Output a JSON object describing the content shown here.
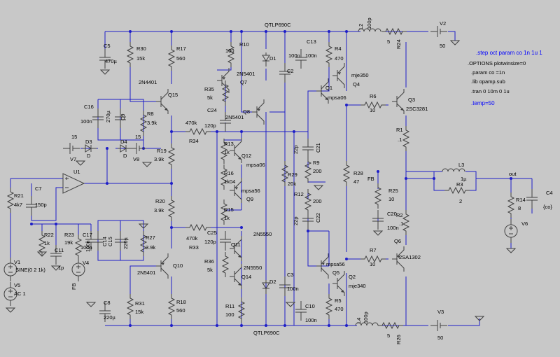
{
  "directives": [
    ".step oct param co 1n 1u 1",
    ".OPTIONS plotwinsize=0",
    ".param co =1n",
    ".lib opamp.sub",
    ".tran 0 10m 0 1u",
    ".temp=50"
  ],
  "transistors": [
    {
      "name": "Q15",
      "model": "2N4401"
    },
    {
      "name": "Q7",
      "model": "2N5401"
    },
    {
      "name": "Q8",
      "model": "2N5401"
    },
    {
      "name": "Q12",
      "model": "mpsa06"
    },
    {
      "name": "Q9",
      "model": "mpsa56"
    },
    {
      "name": "Q1",
      "model": "mpsa06"
    },
    {
      "name": "Q4",
      "model": "mje350"
    },
    {
      "name": "Q3",
      "model": "2SC3281"
    },
    {
      "name": "Q11",
      "model": "2N5550"
    },
    {
      "name": "Q14",
      "model": "2N5550"
    },
    {
      "name": "Q10",
      "model": "2N5401"
    },
    {
      "name": "Q5",
      "model": "mpsa56"
    },
    {
      "name": "Q2",
      "model": "mje340"
    },
    {
      "name": "Q6",
      "model": "2SA1302"
    }
  ],
  "resistors": [
    {
      "name": "R30",
      "value": "15k"
    },
    {
      "name": "R17",
      "value": "560"
    },
    {
      "name": "R10",
      "value": "100"
    },
    {
      "name": "R4",
      "value": "470"
    },
    {
      "name": "R24",
      "value": "5"
    },
    {
      "name": "R35",
      "value": "5k"
    },
    {
      "name": "R8",
      "value": "3.9k"
    },
    {
      "name": "R6",
      "value": "10"
    },
    {
      "name": "R34",
      "value": "470k"
    },
    {
      "name": "R19",
      "value": "3.9k"
    },
    {
      "name": "R13",
      "value": "1k"
    },
    {
      "name": "R16",
      "value": "1k04"
    },
    {
      "name": "R9",
      "value": "200"
    },
    {
      "name": "R1",
      "value": ".1"
    },
    {
      "name": "R29",
      "value": "20k"
    },
    {
      "name": "R28",
      "value": "47"
    },
    {
      "name": "R12",
      "value": "200"
    },
    {
      "name": "R15",
      "value": "1k"
    },
    {
      "name": "R25",
      "value": "10"
    },
    {
      "name": "R3",
      "value": "2"
    },
    {
      "name": "R14",
      "value": "8"
    },
    {
      "name": "R21",
      "value": "4k7"
    },
    {
      "name": "R20",
      "value": "3.9k"
    },
    {
      "name": "R2",
      "value": ".1"
    },
    {
      "name": "R22",
      "value": "1k"
    },
    {
      "name": "R23",
      "value": "19k"
    },
    {
      "name": "R27",
      "value": "3.9k"
    },
    {
      "name": "R33",
      "value": "470k"
    },
    {
      "name": "R36",
      "value": "5k"
    },
    {
      "name": "R7",
      "value": "10"
    },
    {
      "name": "R31",
      "value": "15k"
    },
    {
      "name": "R18",
      "value": "560"
    },
    {
      "name": "R11",
      "value": "100"
    },
    {
      "name": "R5",
      "value": "470"
    },
    {
      "name": "R26",
      "value": "5"
    }
  ],
  "capacitors": [
    {
      "name": "C5",
      "value": "470µ"
    },
    {
      "name": "C13",
      "value": "100n"
    },
    {
      "name": "C2",
      "value": "100n"
    },
    {
      "name": "C16",
      "value": "100n"
    },
    {
      "name": "C9",
      "value": "270µ"
    },
    {
      "name": "C24",
      "value": "120p"
    },
    {
      "name": "C21",
      "value": "22p"
    },
    {
      "name": "C7",
      "value": "150p"
    },
    {
      "name": "C20",
      "value": "100n"
    },
    {
      "name": "C4",
      "value": "{co}"
    },
    {
      "name": "C14",
      "value": "100n"
    },
    {
      "name": "C15",
      "value": "220µ"
    },
    {
      "name": "C25",
      "value": "120p"
    },
    {
      "name": "C22",
      "value": "22p"
    },
    {
      "name": "C17",
      "value": "100n"
    },
    {
      "name": "C11",
      "value": "1p"
    },
    {
      "name": "C3",
      "value": "100n"
    },
    {
      "name": "C10",
      "value": "100n"
    },
    {
      "name": "C8",
      "value": "220µ"
    }
  ],
  "inductors": [
    {
      "name": "L2",
      "value": "100p"
    },
    {
      "name": "L3",
      "value": "1µ"
    },
    {
      "name": "L4",
      "value": "100p"
    }
  ],
  "diodes": [
    {
      "name": "D1",
      "model": "QTLP690C"
    },
    {
      "name": "D2",
      "model": "QTLP690C"
    },
    {
      "name": "D3",
      "model": "D"
    },
    {
      "name": "D4",
      "model": "D"
    }
  ],
  "sources": [
    {
      "name": "V2",
      "value": "50"
    },
    {
      "name": "V3",
      "value": "50"
    },
    {
      "name": "V7",
      "value": "15"
    },
    {
      "name": "V8",
      "value": "15"
    },
    {
      "name": "V1",
      "value": "SINE(0 2 1k)"
    },
    {
      "name": "V5",
      "value": "AC 1"
    },
    {
      "name": "V4",
      "value": ""
    },
    {
      "name": "V6",
      "value": ""
    }
  ],
  "opamps": [
    {
      "name": "U1"
    }
  ],
  "nets": {
    "fb": "FB",
    "out": "out"
  }
}
